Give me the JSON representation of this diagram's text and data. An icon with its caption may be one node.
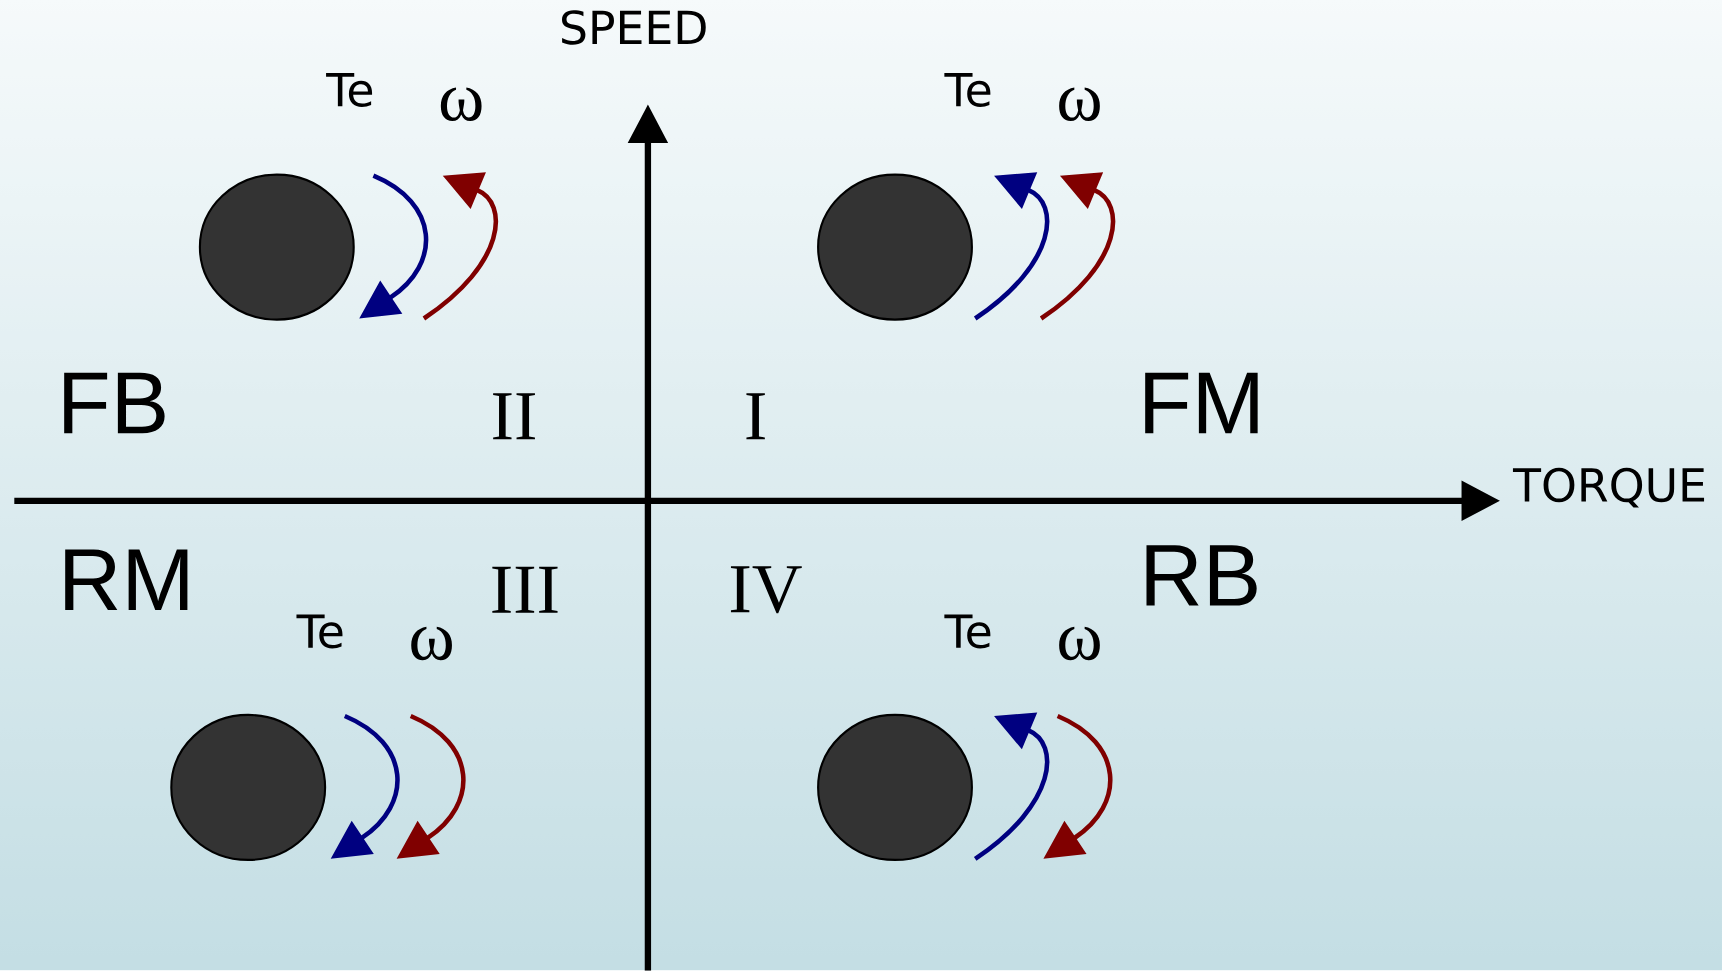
{
  "diagram": {
    "nodes": [
      {
        "text": [],
        "shape": "circle"
      },
      {
        "text": [],
        "shape": "circle"
      },
      {
        "text": [],
        "shape": "circle"
      },
      {
        "text": [],
        "shape": "circle"
      }
    ],
    "labels": [
      "SPEED",
      "Te",
      "ω",
      "Te",
      "ω",
      "FB",
      "II",
      "I",
      "FM",
      "TORQUE",
      "RM",
      "III",
      "IV",
      "RB",
      "Te",
      "ω",
      "Te",
      "ω"
    ]
  }
}
